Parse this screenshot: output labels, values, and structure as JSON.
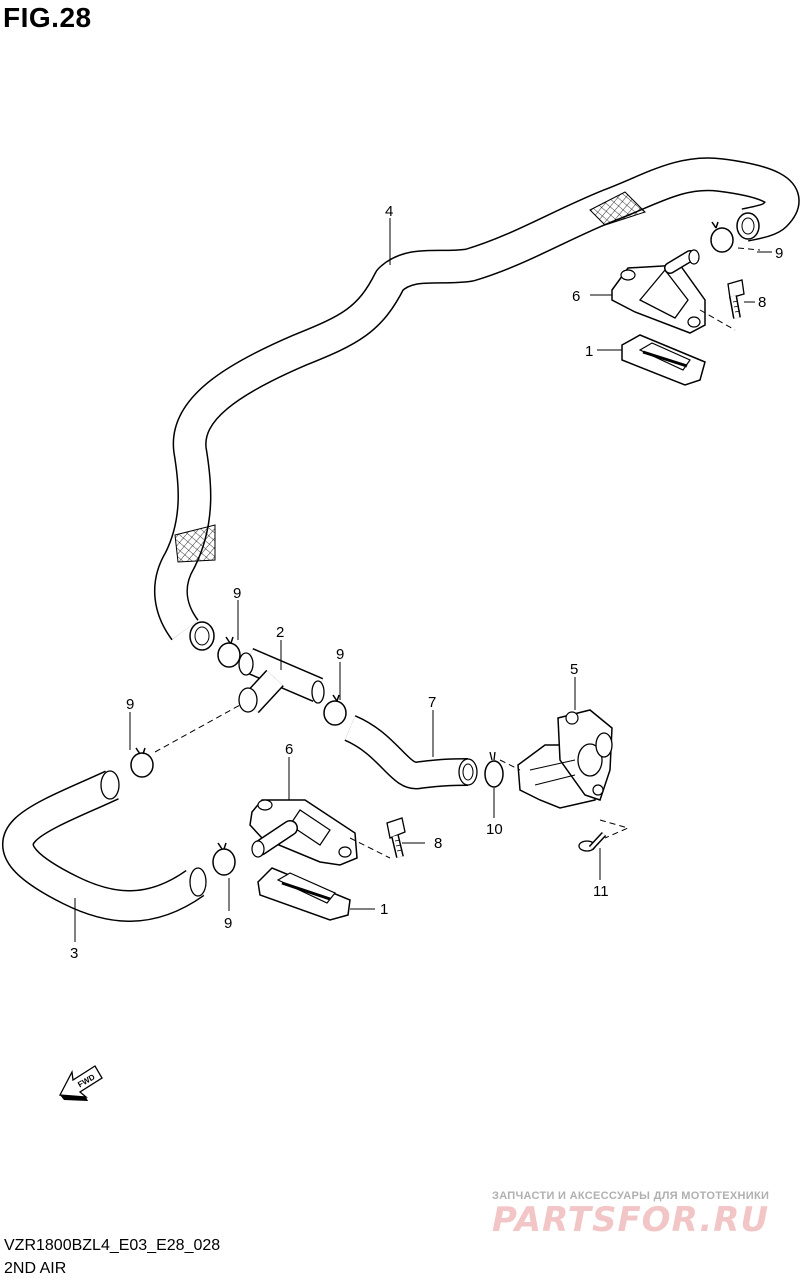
{
  "figure": {
    "title": "FIG.28"
  },
  "callouts": {
    "hose_long": "4",
    "clamp_top": "9",
    "cover_top": "6",
    "bolt_top": "8",
    "gasket_top": "1",
    "joint": "2",
    "clamp_left_a": "9",
    "clamp_mid": "9",
    "clamp_left_b": "9",
    "hose_short": "7",
    "valve": "5",
    "cover_bottom": "6",
    "bolt_bottom": "8",
    "clamp_valve": "10",
    "gasket_bottom": "1",
    "clamp_bottom": "9",
    "hose_u": "3",
    "screw": "11"
  },
  "fwd_arrow": {
    "label": "FWD"
  },
  "footer": {
    "code": "VZR1800BZL4_E03_E28_028",
    "caption": "2ND AIR"
  },
  "watermark": {
    "tagline": "ЗАПЧАСТИ И АКСЕССУАРЫ ДЛЯ МОТОТЕХНИКИ",
    "logo": "PARTSFOR.RU"
  }
}
